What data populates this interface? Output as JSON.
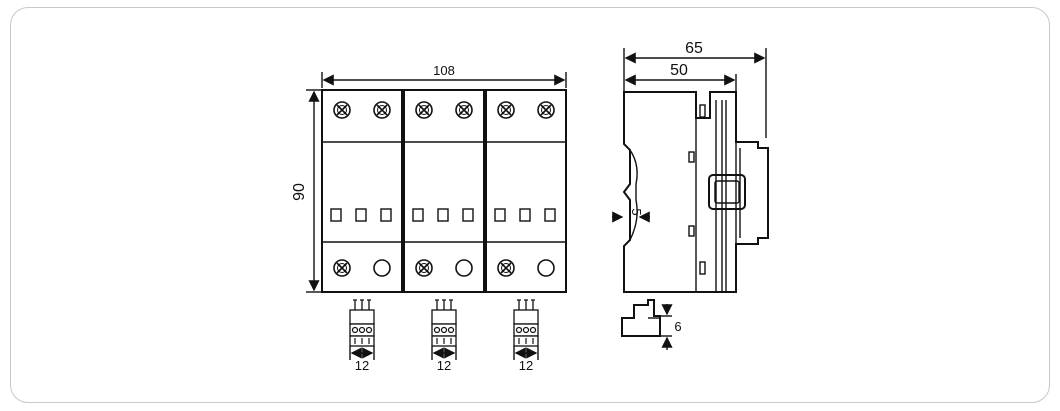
{
  "diagram": {
    "front_view": {
      "width_dim": "108",
      "height_dim": "90",
      "poles": 3,
      "terminal_width_dim": "12"
    },
    "side_view": {
      "depth_dim": "65",
      "depth_inner_dim": "50",
      "rail_dim": "5",
      "plug_dim": "6"
    },
    "colors": {
      "line": "#111111",
      "frame": "#c8c8c8"
    },
    "icons": [
      "screw-terminal-icon",
      "open-terminal-icon",
      "indicator-window-icon",
      "plug-connector-icon"
    ]
  }
}
